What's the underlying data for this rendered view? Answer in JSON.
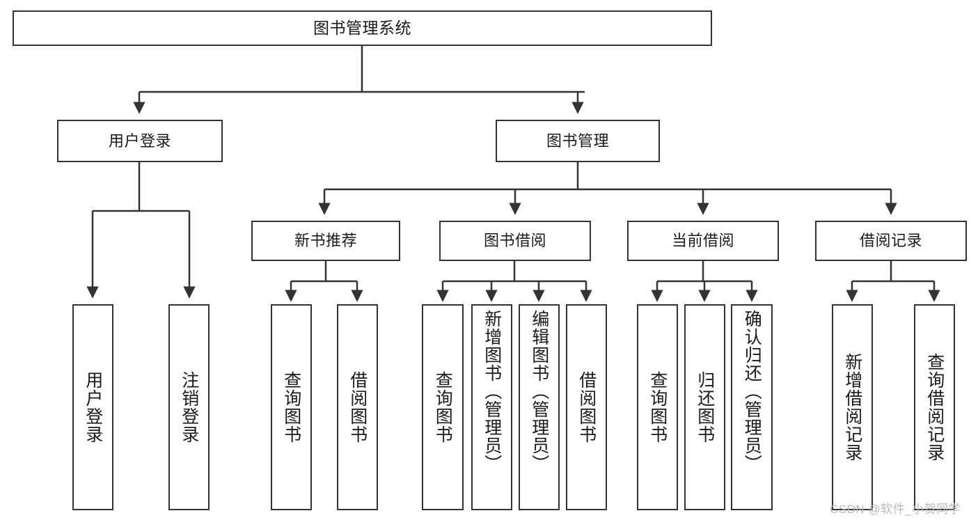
{
  "diagram": {
    "title": "图书管理系统",
    "type": "tree-hierarchy-diagram",
    "colors": {
      "box_border": "#333333",
      "box_fill": "#ffffff",
      "connector": "#333333",
      "text": "#1a1a1a",
      "watermark": "#b9b9b9",
      "background": "#ffffff"
    },
    "root": {
      "label": "图书管理系统"
    },
    "level2": [
      {
        "label": "用户登录"
      },
      {
        "label": "图书管理"
      }
    ],
    "level3": [
      {
        "label": "新书推荐"
      },
      {
        "label": "图书借阅"
      },
      {
        "label": "当前借阅"
      },
      {
        "label": "借阅记录"
      }
    ],
    "leaves": {
      "user_login": [
        {
          "label": "用户登录"
        },
        {
          "label": "注销登录"
        }
      ],
      "new_book_recommend": [
        {
          "label": "查询图书"
        },
        {
          "label": "借阅图书"
        }
      ],
      "book_borrow": [
        {
          "label": "查询图书"
        },
        {
          "label": "新增图书（管理员）"
        },
        {
          "label": "编辑图书（管理员）"
        },
        {
          "label": "借阅图书"
        }
      ],
      "current_borrow": [
        {
          "label": "查询图书"
        },
        {
          "label": "归还图书"
        },
        {
          "label": "确认归还（管理员）"
        }
      ],
      "borrow_record": [
        {
          "label": "新增借阅记录"
        },
        {
          "label": "查询借阅记录"
        }
      ]
    },
    "watermark": "CSDN @软件_小贺同学"
  }
}
